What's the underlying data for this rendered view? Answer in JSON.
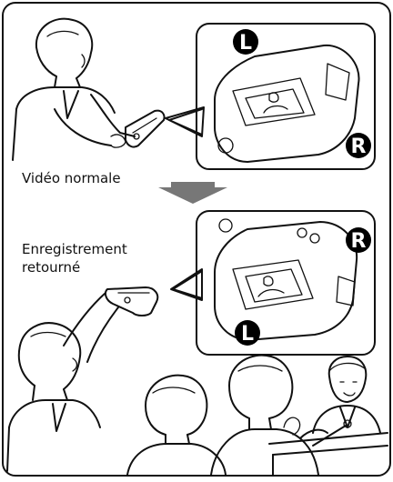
{
  "labels": {
    "normal_video": "Vidéo normale",
    "reverse_recording_line1": "Enregistrement",
    "reverse_recording_line2": "retourné"
  },
  "badges": {
    "left": "L",
    "right": "R"
  },
  "colors": {
    "ink": "#111111",
    "arrow_fill": "#777777",
    "badge_fill": "#000000",
    "background": "#ffffff"
  },
  "icons": {
    "flow_arrow": "down-arrow-icon",
    "badge_left": "letter-l-badge-icon",
    "badge_right": "letter-r-badge-icon"
  }
}
